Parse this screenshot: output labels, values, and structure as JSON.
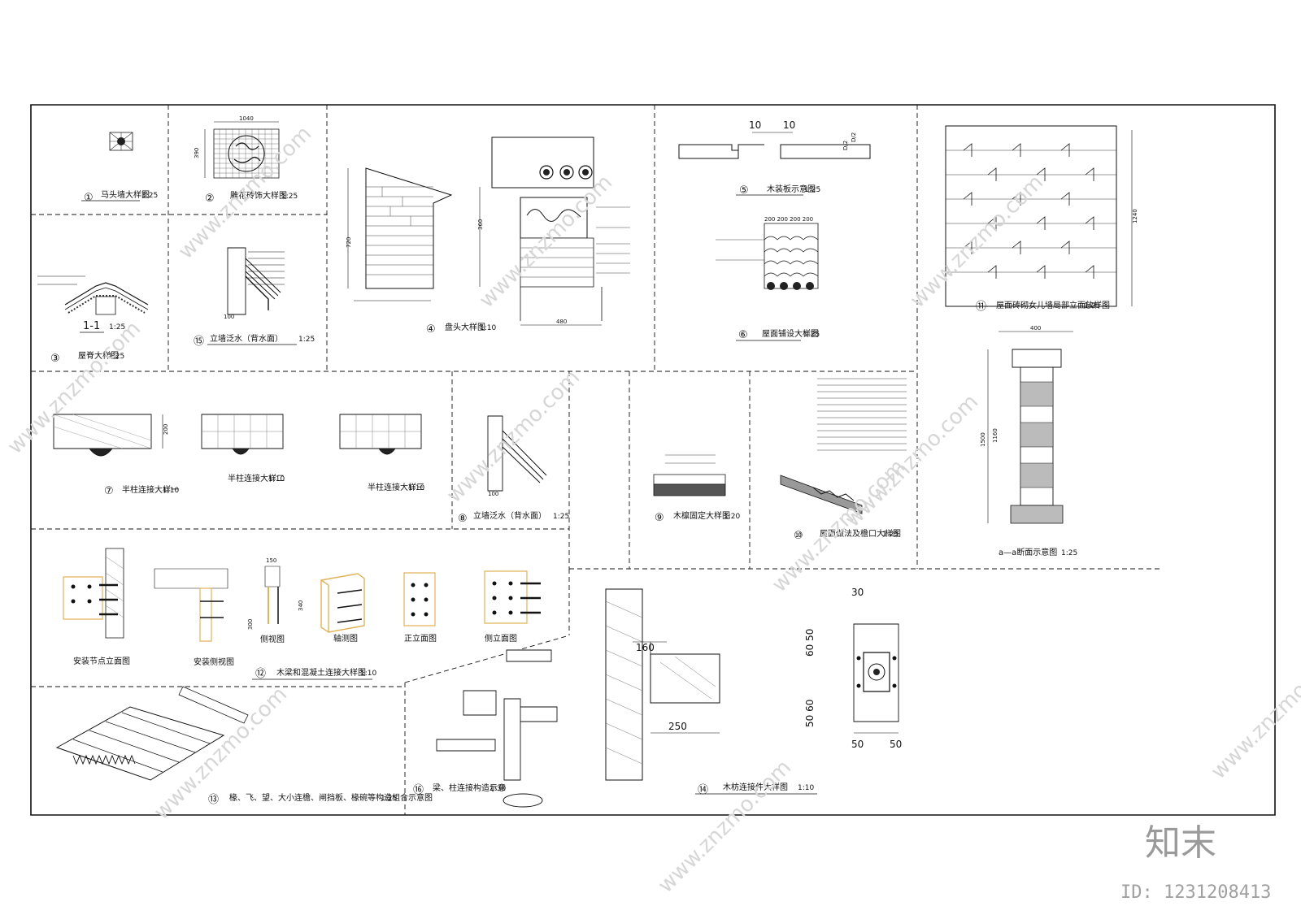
{
  "details": [
    {
      "num": "①",
      "title": "马头墙大样图",
      "scale": "1:25"
    },
    {
      "num": "②",
      "title": "雕花砖饰大样图",
      "scale": "1:25"
    },
    {
      "num": "③",
      "title": "屋脊大样图",
      "scale": "1:25",
      "section": "1-1",
      "section_scale": "1:25"
    },
    {
      "num": "④",
      "title": "盘头大样图",
      "scale": "1:10"
    },
    {
      "num": "⑤",
      "title": "木装板示意图",
      "scale": "1:25"
    },
    {
      "num": "⑥",
      "title": "屋面铺设大样图",
      "scale": "1:25"
    },
    {
      "num": "⑦",
      "title": "半柱连接大样一",
      "scale": "1:10"
    },
    {
      "num": "⑧",
      "title": "立墙泛水（背水面）",
      "scale": "1:25"
    },
    {
      "num": "⑨",
      "title": "木檩固定大样图",
      "scale": "1:20"
    },
    {
      "num": "⑩",
      "title": "屋面做法及檐口大样图",
      "scale": "1:25"
    },
    {
      "num": "⑪",
      "title": "屋面砖砌女儿墙局部立面放样图",
      "scale": "1:25"
    },
    {
      "num": "⑫",
      "title": "木梁和混凝土连接大样图",
      "scale": "1:10"
    },
    {
      "num": "⑬",
      "title": "椽、飞、望、大小连檐、闸挡板、椽碗等构造组合示意图",
      "scale": "1:25"
    },
    {
      "num": "⑭",
      "title": "木枋连接件大样图",
      "scale": "1:10"
    },
    {
      "num": "⑮",
      "title": "立墙泛水（背水面）",
      "scale": "1:25"
    },
    {
      "num": "⑯",
      "title": "梁、柱连接构造示意",
      "scale": "1:30"
    }
  ],
  "extra_titles": {
    "col2": "半柱连接大样二",
    "col2_scale": "1:10",
    "col3": "半柱连接大样三",
    "col3_scale": "1:10",
    "section_aa": "a—a断面示意图",
    "section_aa_scale": "1:25"
  },
  "sublabels": {
    "install_front": "安装节点立面图",
    "install_side": "安装侧视图",
    "side_view": "侧视图",
    "axo": "轴测图",
    "front_elev": "正立面图",
    "side_elev": "侧立面图"
  },
  "dimensions": {
    "d1040": "1040",
    "d390": "390",
    "d480": "480",
    "d720": "720",
    "d360": "360",
    "d10a": "10",
    "d10b": "10",
    "dD2": "D/2",
    "dD2b": "D/2",
    "d1240": "1240",
    "d1500": "1500",
    "d1160": "1160",
    "d400": "400",
    "d250": "250",
    "d160": "160",
    "d30": "30",
    "d50a": "50",
    "d50b": "50",
    "d60_50": "60 50",
    "d50_60": "50 60",
    "d150": "150",
    "d300": "300",
    "d340": "340",
    "d100": "100",
    "d200": "200",
    "row6": "200 200 200 200"
  },
  "watermark": {
    "text": "www.znzmo.com",
    "brand": "知末",
    "id": "ID: 1231208413"
  }
}
